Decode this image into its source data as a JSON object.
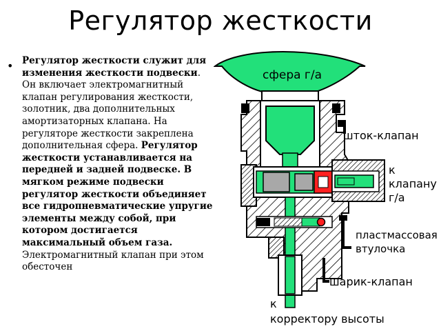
{
  "slide": {
    "title": "Регулятор жесткости",
    "bullet": "•",
    "paragraph": [
      {
        "text": "Регулятор жесткости служит для изменения жесткости подвески",
        "bold": true
      },
      {
        "text": ". Он включает электромагнитный клапан регулирования жесткости, золотник, два дополнительных амортизаторных клапана. На регуляторе жесткости закреплена дополнительная сфера. ",
        "bold": false
      },
      {
        "text": "Регулятор жесткости устанавливается на передней и задней подвеске. В мягком режиме подвески регулятор жесткости объединяет все гидропневматические упругие элементы между собой, при котором достигается максимальный объем газа.",
        "bold": true
      },
      {
        "text": " Электромагнитный клапан при этом обесточен",
        "bold": false
      }
    ]
  },
  "diagram": {
    "sphere_label": "сфера г/а",
    "labels": {
      "rod_valve": "шток-клапан",
      "to_valve_1": "к",
      "to_valve_2": "клапану",
      "to_valve_3": "г/а",
      "bushing_1": "пластмассовая",
      "bushing_2": "втулочка",
      "ball_valve": "шарик-клапан",
      "height_corrector_1": "к",
      "height_corrector_2": "корректору высоты"
    },
    "colors": {
      "green": "#22e07a",
      "red": "#ff2020",
      "gray": "#a8a8a8",
      "black": "#000000"
    }
  }
}
